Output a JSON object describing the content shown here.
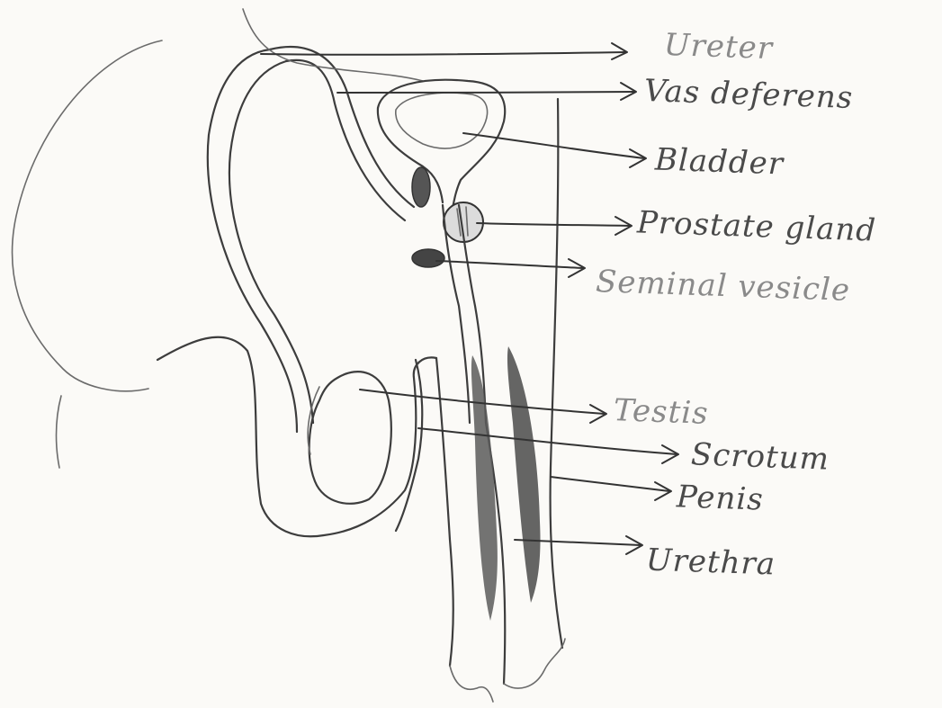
{
  "labels": {
    "ureter": "Ureter",
    "vas_deferens": "Vas deferens",
    "bladder": "Bladder",
    "prostate_gland": "Prostate gland",
    "seminal_vesicle": "Seminal vesicle",
    "testis": "Testis",
    "scrotum": "Scrotum",
    "penis": "Penis",
    "urethra": "Urethra"
  }
}
